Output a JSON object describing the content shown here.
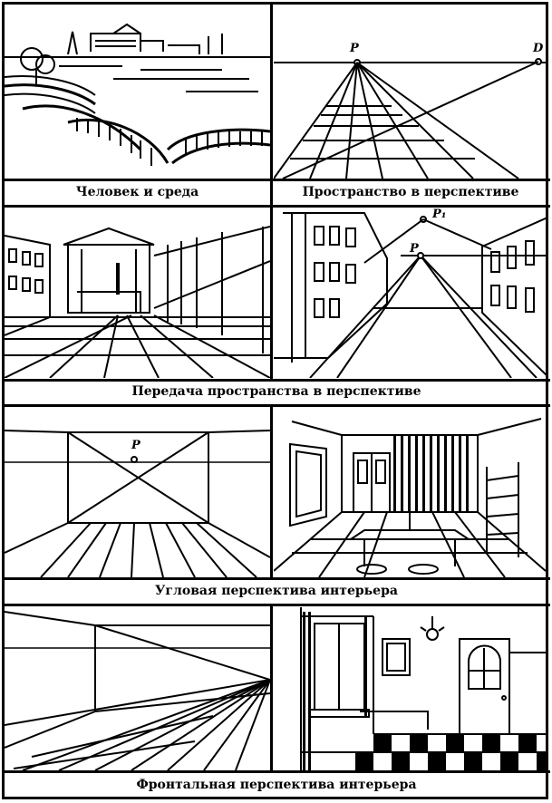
{
  "captions": {
    "human_env": "Человек и среда",
    "space_persp": "Пространство в перспективе",
    "transfer": "Передача пространства в перспективе",
    "angular": "Угловая перспектива интерьера",
    "frontal": "Фронтальная перспектива интерьера"
  },
  "point_labels": {
    "p": "P",
    "d": "D",
    "p1": "P₁"
  },
  "colors": {
    "ink": "#000000",
    "paper": "#ffffff"
  }
}
